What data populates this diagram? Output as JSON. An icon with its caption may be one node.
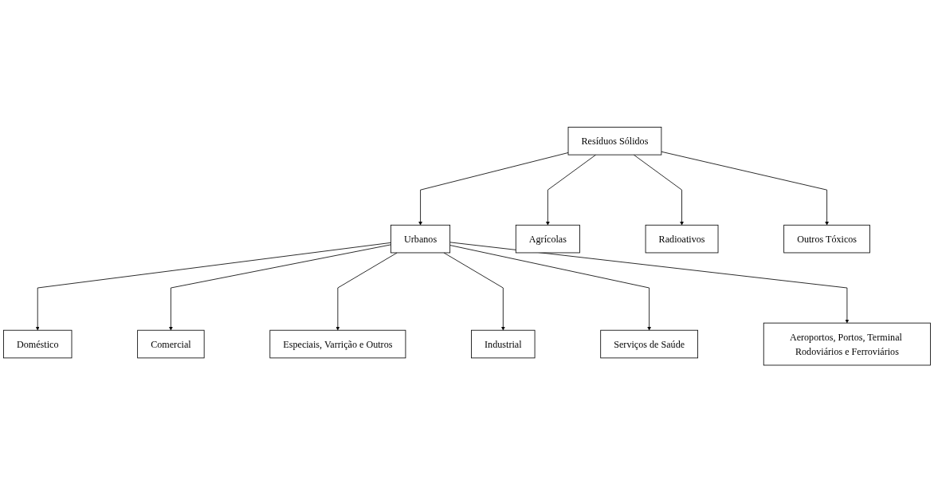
{
  "diagram": {
    "nodes": [
      {
        "text": [
          "Resíduos Sólidos"
        ]
      },
      {
        "text": [
          "Urbanos"
        ]
      },
      {
        "text": [
          "Agrícolas"
        ]
      },
      {
        "text": [
          "Radioativos"
        ]
      },
      {
        "text": [
          "Outros Tóxicos"
        ]
      },
      {
        "text": [
          "Doméstico"
        ]
      },
      {
        "text": [
          "Comercial"
        ]
      },
      {
        "text": [
          "Especiais, Varrição e Outros"
        ]
      },
      {
        "text": [
          "Industrial"
        ]
      },
      {
        "text": [
          "Serviços de Saúde"
        ]
      },
      {
        "text": [
          "Aeroportos, Portos, Terminal Rodoviários e Ferroviários"
        ]
      }
    ],
    "edges": [
      {
        "from": 0,
        "to": 1,
        "arrow": "to"
      },
      {
        "from": 0,
        "to": 2,
        "arrow": "to"
      },
      {
        "from": 0,
        "to": 3,
        "arrow": "to"
      },
      {
        "from": 0,
        "to": 4,
        "arrow": "to"
      },
      {
        "from": 1,
        "to": 5,
        "arrow": "to"
      },
      {
        "from": 1,
        "to": 6,
        "arrow": "to"
      },
      {
        "from": 1,
        "to": 7,
        "arrow": "to"
      },
      {
        "from": 1,
        "to": 8,
        "arrow": "to"
      },
      {
        "from": 1,
        "to": 9,
        "arrow": "to"
      },
      {
        "from": 1,
        "to": 10,
        "arrow": "to"
      }
    ]
  }
}
